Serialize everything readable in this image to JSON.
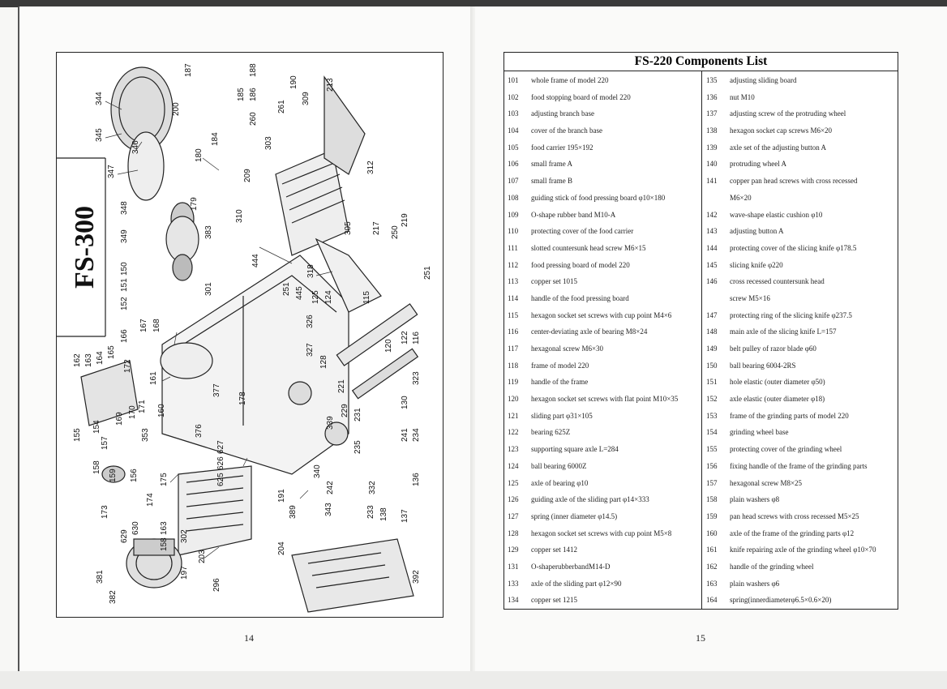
{
  "left_page": {
    "model_label": "FS-300",
    "page_number": "14",
    "part_callouts": [
      "344",
      "345",
      "346",
      "347",
      "200",
      "187",
      "188",
      "185",
      "186",
      "260",
      "261",
      "190",
      "309",
      "213",
      "180",
      "184",
      "303",
      "179",
      "209",
      "312",
      "348",
      "349",
      "383",
      "310",
      "305",
      "217",
      "219",
      "250",
      "251",
      "150",
      "151",
      "152",
      "301",
      "444",
      "318",
      "251",
      "445",
      "125",
      "124",
      "326",
      "115",
      "327",
      "128",
      "120",
      "122",
      "116",
      "162",
      "163",
      "164",
      "165",
      "166",
      "167",
      "168",
      "172",
      "161",
      "377",
      "178",
      "323",
      "221",
      "155",
      "154",
      "157",
      "169",
      "170",
      "171",
      "160",
      "229",
      "231",
      "130",
      "339",
      "241",
      "234",
      "353",
      "376",
      "627",
      "626",
      "625",
      "235",
      "158",
      "159",
      "156",
      "175",
      "191",
      "242",
      "340",
      "332",
      "136",
      "173",
      "174",
      "389",
      "343",
      "233",
      "138",
      "137",
      "630",
      "629",
      "163",
      "158",
      "302",
      "203",
      "204",
      "381",
      "382",
      "197",
      "296",
      "392"
    ]
  },
  "right_page": {
    "page_number": "15",
    "table_title": "FS-220 Components List",
    "left_column": [
      {
        "num": "101",
        "desc": "whole frame of model 220"
      },
      {
        "num": "102",
        "desc": "food stopping board of model 220"
      },
      {
        "num": "103",
        "desc": "adjusting branch base"
      },
      {
        "num": "104",
        "desc": "cover of the branch base"
      },
      {
        "num": "105",
        "desc": "food carrier 195×192"
      },
      {
        "num": "106",
        "desc": "small frame A"
      },
      {
        "num": "107",
        "desc": "small frame B"
      },
      {
        "num": "108",
        "desc": "guiding stick of food pressing board φ10×180"
      },
      {
        "num": "109",
        "desc": "O-shape rubber band M10-A"
      },
      {
        "num": "110",
        "desc": "protecting cover of the food carrier"
      },
      {
        "num": "111",
        "desc": "slotted countersunk head screw M6×15"
      },
      {
        "num": "112",
        "desc": "food pressing board of model 220"
      },
      {
        "num": "113",
        "desc": "copper set 1015"
      },
      {
        "num": "114",
        "desc": "handle of the food pressing board"
      },
      {
        "num": "115",
        "desc": "hexagon socket set screws with cup point M4×6"
      },
      {
        "num": "116",
        "desc": "center-deviating axle of bearing M8×24"
      },
      {
        "num": "117",
        "desc": "hexagonal screw M6×30"
      },
      {
        "num": "118",
        "desc": "frame of model 220"
      },
      {
        "num": "119",
        "desc": "handle of the frame"
      },
      {
        "num": "120",
        "desc": "hexagon socket set screws with flat point M10×35"
      },
      {
        "num": "121",
        "desc": "sliding part φ31×105"
      },
      {
        "num": "122",
        "desc": "bearing 625Z"
      },
      {
        "num": "123",
        "desc": "supporting square axle L=284"
      },
      {
        "num": "124",
        "desc": "ball bearing 6000Z"
      },
      {
        "num": "125",
        "desc": "axle of bearing φ10"
      },
      {
        "num": "126",
        "desc": "guiding axle of the sliding part φ14×333"
      },
      {
        "num": "127",
        "desc": "spring (inner diameter φ14.5)"
      },
      {
        "num": "128",
        "desc": "hexagon socket set screws with cup point M5×8"
      },
      {
        "num": "129",
        "desc": "copper set 1412"
      },
      {
        "num": "131",
        "desc": "O-shaperubberbandM14-D"
      },
      {
        "num": "133",
        "desc": "axle of the sliding part φ12×90"
      },
      {
        "num": "134",
        "desc": "copper set 1215"
      }
    ],
    "right_column": [
      {
        "num": "135",
        "desc": "adjusting sliding board"
      },
      {
        "num": "136",
        "desc": "nut M10"
      },
      {
        "num": "137",
        "desc": "adjusting screw of the protruding wheel"
      },
      {
        "num": "138",
        "desc": "hexagon socket cap screws M6×20"
      },
      {
        "num": "139",
        "desc": "axle set of the adjusting button A"
      },
      {
        "num": "140",
        "desc": "protruding wheel A"
      },
      {
        "num": "141",
        "desc": "copper pan head screws with cross recessed"
      },
      {
        "num": "",
        "desc": "M6×20"
      },
      {
        "num": "142",
        "desc": "wave-shape elastic cushion φ10"
      },
      {
        "num": "143",
        "desc": "adjusting button A"
      },
      {
        "num": "144",
        "desc": "protecting cover of the slicing knife φ178.5"
      },
      {
        "num": "145",
        "desc": "slicing knife φ220"
      },
      {
        "num": "146",
        "desc": "cross recessed countersunk head"
      },
      {
        "num": "",
        "desc": "screw M5×16"
      },
      {
        "num": "147",
        "desc": "protecting ring of the slicing knife φ237.5"
      },
      {
        "num": "148",
        "desc": "main axle of the slicing knife L=157"
      },
      {
        "num": "149",
        "desc": "belt pulley of razor blade φ60"
      },
      {
        "num": "150",
        "desc": "ball bearing 6004-2RS"
      },
      {
        "num": "151",
        "desc": "hole elastic (outer diameter φ50)"
      },
      {
        "num": "152",
        "desc": "axle elastic (outer diameter φ18)"
      },
      {
        "num": "153",
        "desc": "frame of the grinding parts of model 220"
      },
      {
        "num": "154",
        "desc": "grinding wheel base"
      },
      {
        "num": "155",
        "desc": "protecting cover of the grinding wheel"
      },
      {
        "num": "156",
        "desc": "fixing handle of the frame of the grinding parts"
      },
      {
        "num": "157",
        "desc": "hexagonal screw M8×25"
      },
      {
        "num": "158",
        "desc": "plain washers φ8"
      },
      {
        "num": "159",
        "desc": "pan head screws with cross recessed M5×25"
      },
      {
        "num": "160",
        "desc": "axle of the frame of the grinding parts φ12"
      },
      {
        "num": "161",
        "desc": "knife repairing axle of the grinding wheel φ10×70"
      },
      {
        "num": "162",
        "desc": "handle of the grinding wheel"
      },
      {
        "num": "163",
        "desc": "plain washers φ6"
      },
      {
        "num": "164",
        "desc": "spring(innerdiameterφ6.5×0.6×20)"
      }
    ]
  }
}
